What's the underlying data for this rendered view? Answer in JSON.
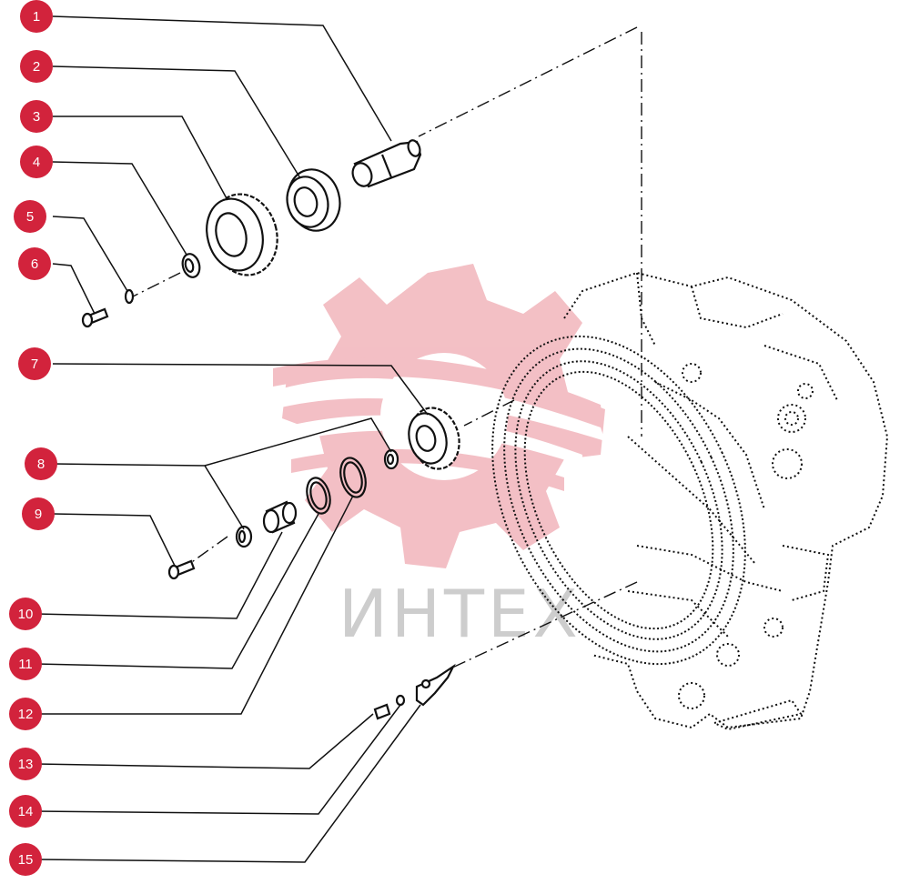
{
  "colors": {
    "callout": "#d2233c",
    "line": "#111111",
    "watermark": "#f2b9bf",
    "watermark_text": "#c8c8c8"
  },
  "watermark": {
    "text": "ИНТЕХ"
  },
  "callouts": [
    "1",
    "2",
    "3",
    "4",
    "5",
    "6",
    "7",
    "8",
    "9",
    "10",
    "11",
    "12",
    "13",
    "14",
    "15"
  ]
}
